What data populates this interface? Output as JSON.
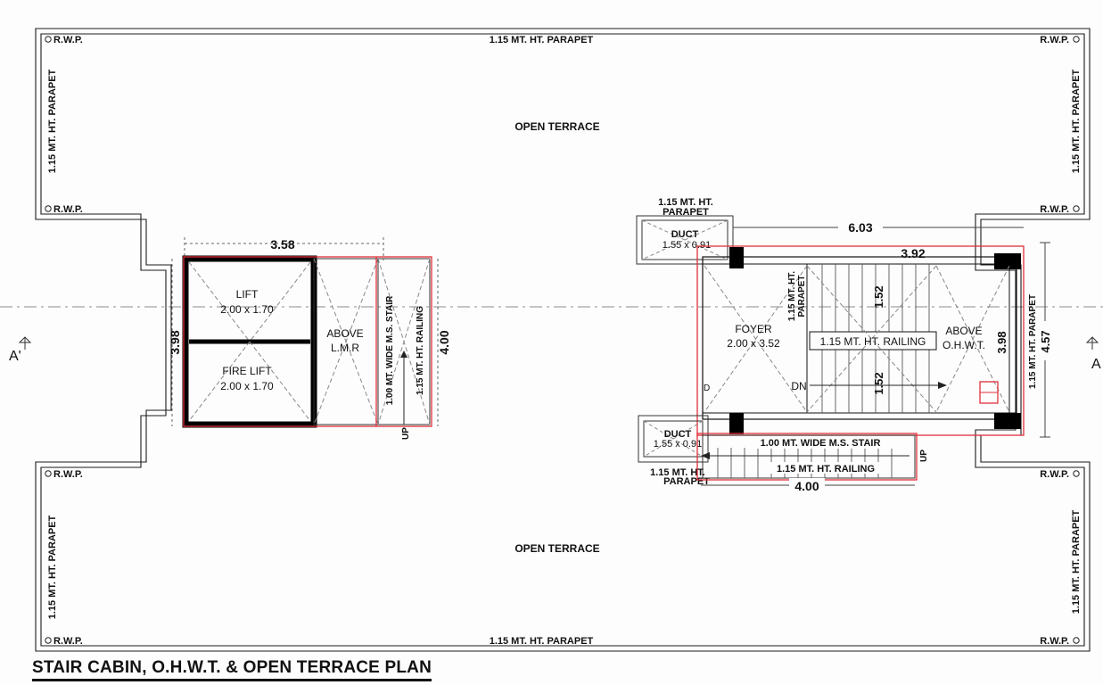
{
  "title": "STAIR CABIN, O.H.W.T. & OPEN TERRACE PLAN",
  "colors": {
    "line": "#1a1a1a",
    "overlay": "#e0303a",
    "dash": "#8a8a8a",
    "wall": "#000000"
  },
  "labels": {
    "rwp": "R.W.P.",
    "parapet": "1.15 MT. HT. PARAPET",
    "open_terrace": "OPEN TERRACE",
    "section_left": "A'",
    "section_right": "A"
  },
  "left_block": {
    "width_dim": "3.58",
    "height_dim": "3.98",
    "lift": {
      "name": "LIFT",
      "size": "2.00 x 1.70"
    },
    "fire_lift": {
      "name": "FIRE LIFT",
      "size": "2.00 x 1.70"
    },
    "above_lmr": [
      "ABOVE",
      "L.M.R"
    ],
    "stair": "1.00 MT. WIDE M.S. STAIR",
    "railing": "1.15 MT. HT. RAILING",
    "stair_len": "4.00",
    "up": "UP"
  },
  "right_block": {
    "overall_width": "6.03",
    "inner_width": "3.92",
    "overall_height": "4.57",
    "inner_height": "3.98",
    "parapet_top": [
      "1.15 MT. HT.",
      "PARAPET"
    ],
    "parapet_bottom": [
      "1.15 MT. HT.",
      "PARAPET"
    ],
    "duct_top": {
      "name": "DUCT",
      "size": "1.55 x 0.91"
    },
    "duct_bottom": {
      "name": "DUCT",
      "size": "1.55 x 0.91"
    },
    "foyer": {
      "name": "FOYER",
      "size": "2.00 x 3.52"
    },
    "inner_parapet": [
      "1.15 MT. HT.",
      "PARAPET"
    ],
    "flight_top": "1.52",
    "flight_bottom": "1.52",
    "railing_mid": "1.15 MT. HT. RAILING",
    "above_ohwt": [
      "ABOVE",
      "O.H.W.T."
    ],
    "dn": "DN",
    "d": "D",
    "stair": "1.00 MT. WIDE M.S. STAIR",
    "railing": "1.15 MT. HT. RAILING",
    "stair_len": "4.00",
    "up": "UP",
    "side_parapet": "1.15 MT. HT. PARAPET"
  }
}
